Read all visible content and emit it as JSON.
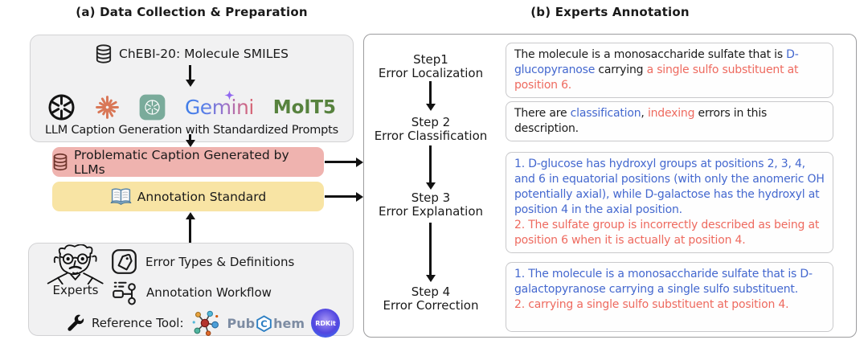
{
  "colors": {
    "blue_text": "#4468cf",
    "red_text": "#ee6a5f",
    "pink_box": "#efb3af",
    "yellow_box": "#f8e4a4",
    "gray_box": "#f1f1f2",
    "claude_coral": "#d97757",
    "chatgpt_green": "#7aab9b",
    "molt5_green": "#57823e",
    "gemini_gradient": [
      "#3e7de8",
      "#9b72cb",
      "#d96570"
    ]
  },
  "titles": {
    "panel_a": "(a) Data Collection & Preparation",
    "panel_b": "(b) Experts Annotation"
  },
  "panel_a": {
    "collection_box": {
      "dataset_label": "ChEBI-20: Molecule SMILES",
      "gemini_label": "Gemini",
      "molt5_label": "MolT5",
      "caption": "LLM Caption Generation with Standardized Prompts"
    },
    "problematic_box_label": "Problematic Caption Generated by LLMs",
    "annotation_standard_label": "Annotation Standard",
    "experts_box": {
      "experts_label": "Experts",
      "error_types_label": "Error Types & Definitions",
      "workflow_label": "Annotation Workflow",
      "reference_label": "Reference Tool:",
      "pubchem_pub": "Pub",
      "pubchem_c": "C",
      "pubchem_hem": "hem",
      "rdkit_label": "RDKit"
    }
  },
  "panel_b": {
    "steps": [
      {
        "line1": "Step1",
        "line2": "Error Localization"
      },
      {
        "line1": "Step 2",
        "line2": "Error Classification"
      },
      {
        "line1": "Step 3",
        "line2": "Error Explanation"
      },
      {
        "line1": "Step 4",
        "line2": "Error Correction"
      }
    ],
    "annotation_boxes": [
      {
        "segments": [
          {
            "t": "The molecule is a monosaccharide sulfate that is ",
            "c": "black"
          },
          {
            "t": "D-glucopyranose",
            "c": "blue"
          },
          {
            "t": " carrying ",
            "c": "black"
          },
          {
            "t": "a single sulfo substituent at position 6.",
            "c": "red"
          }
        ]
      },
      {
        "segments": [
          {
            "t": "There are ",
            "c": "black"
          },
          {
            "t": "classification",
            "c": "blue"
          },
          {
            "t": ", ",
            "c": "black"
          },
          {
            "t": "indexing",
            "c": "red"
          },
          {
            "t": " errors in this description.",
            "c": "black"
          }
        ]
      },
      {
        "segments": [
          {
            "t": "1. D-glucose has hydroxyl groups at positions 2, 3, 4, and 6 in equatorial positions (with only the anomeric OH potentially axial), while D-galactose has the hydroxyl at position 4 in the axial position.",
            "c": "blue"
          },
          {
            "t": "2. The sulfate group is incorrectly described as being at position 6 when it is actually at position 4.",
            "c": "red",
            "br": true
          }
        ]
      },
      {
        "segments": [
          {
            "t": "1. The molecule is a monosaccharide sulfate that is D-galactopyranose carrying a single sulfo substituent.",
            "c": "blue"
          },
          {
            "t": "2. carrying a single sulfo substituent at position 4.",
            "c": "red",
            "br": true
          }
        ]
      }
    ]
  }
}
